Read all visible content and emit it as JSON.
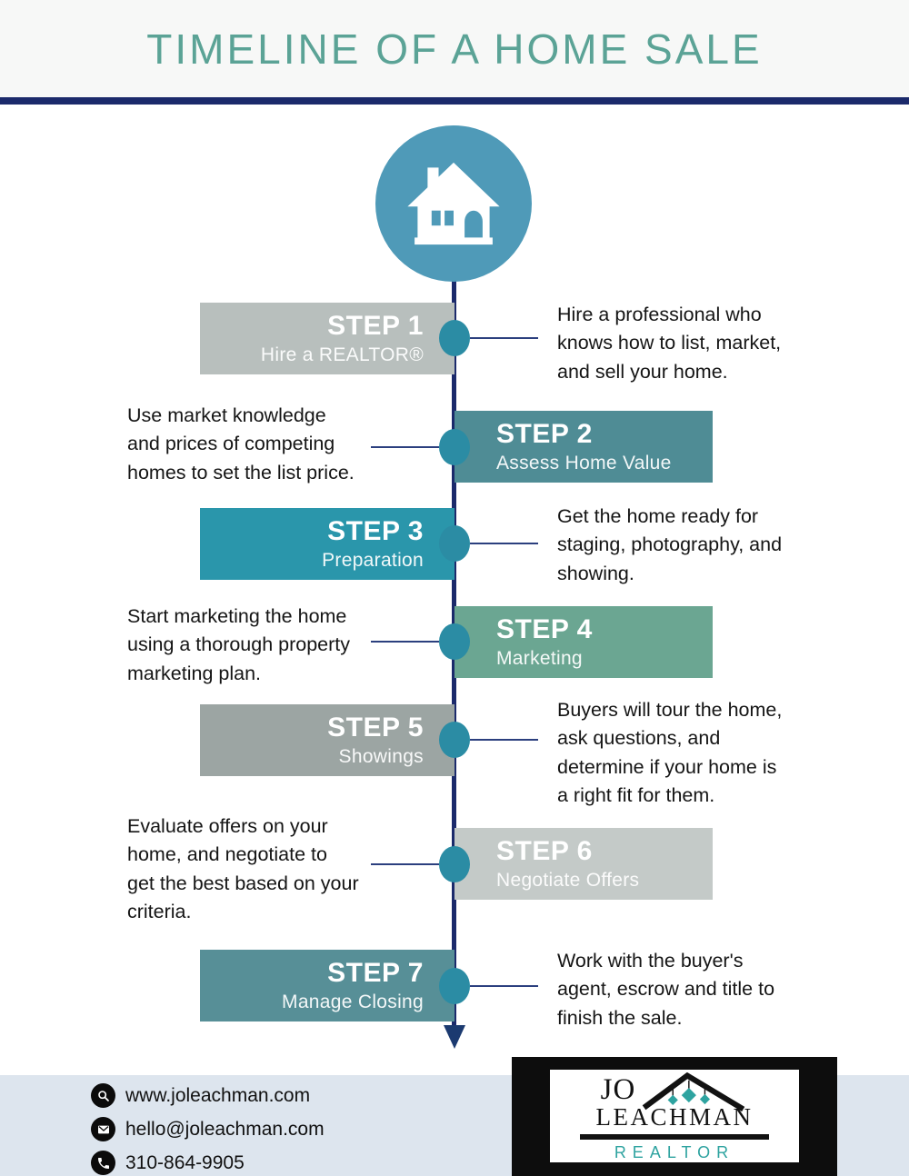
{
  "header": {
    "title": "TIMELINE OF A HOME SALE"
  },
  "timeline": {
    "steps": [
      {
        "num": "STEP 1",
        "label": "Hire a REALTOR®",
        "side": "left",
        "color": "#b8bfbd",
        "desc": "Hire a professional who\nknows how to list, market,\nand sell your home."
      },
      {
        "num": "STEP 2",
        "label": "Assess Home Value",
        "side": "right",
        "color": "#4f8c95",
        "desc": "Use market knowledge\nand prices of competing\nhomes to set the list price."
      },
      {
        "num": "STEP 3",
        "label": "Preparation",
        "side": "left",
        "color": "#2a96ab",
        "desc": "Get the home ready for\nstaging, photography, and\nshowing."
      },
      {
        "num": "STEP 4",
        "label": "Marketing",
        "side": "right",
        "color": "#6ba692",
        "desc": "Start marketing the home\nusing a thorough property\nmarketing plan."
      },
      {
        "num": "STEP 5",
        "label": "Showings",
        "side": "left",
        "color": "#9ca5a3",
        "desc": "Buyers will tour the home,\nask questions, and\ndetermine if your home is\na right fit for them."
      },
      {
        "num": "STEP 6",
        "label": "Negotiate Offers",
        "side": "right",
        "color": "#c4cac8",
        "desc": "Evaluate offers on your\nhome, and negotiate to\nget the best based on your\ncriteria."
      },
      {
        "num": "STEP 7",
        "label": "Manage Closing",
        "side": "left",
        "color": "#578f97",
        "desc": "Work with the buyer's\nagent, escrow and title to\nfinish the sale."
      }
    ]
  },
  "footer": {
    "website": "www.joleachman.com",
    "email": "hello@joleachman.com",
    "phone": "310-864-9905"
  },
  "logo": {
    "name_top": "JO",
    "name_bottom": "LEACHMAN",
    "title": "REALTOR"
  },
  "colors": {
    "accent_title": "#5ba396",
    "navy_line": "#1b2a6b",
    "node_teal": "#2b8ca4",
    "house_circle_blue": "#4f9ab8",
    "footer_band": "#dde5ee",
    "logo_teal": "#2ea3a0"
  }
}
